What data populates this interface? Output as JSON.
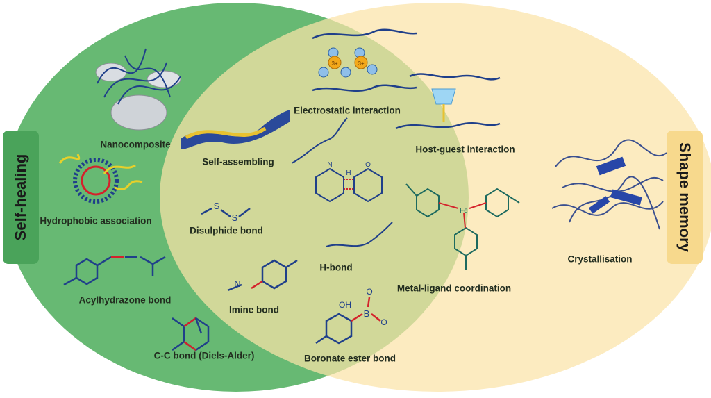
{
  "sets": {
    "left": {
      "label": "Self-healing",
      "color": "#5fb56b",
      "tab_color": "#4aa35a"
    },
    "right": {
      "label": "Shape memory",
      "color": "#fbe6b4",
      "tab_color": "#f7d98d"
    }
  },
  "items": {
    "nanocomposite": "Nanocomposite",
    "hydrophobic": "Hydrophobic association",
    "acylhydrazone": "Acylhydrazone bond",
    "diels_alder": "C-C bond (Diels-Alder)",
    "electrostatic": "Electrostatic interaction",
    "host_guest": "Host-guest interaction",
    "self_assembling": "Self-assembling",
    "disulphide": "Disulphide bond",
    "hbond": "H-bond",
    "metal_ligand": "Metal-ligand coordination",
    "imine": "Imine bond",
    "boronate": "Boronate ester bond",
    "crystallisation": "Crystallisation"
  },
  "glyphs": {
    "s1": "S",
    "s2": "S",
    "n_imine": "N",
    "oh": "OH",
    "b": "B",
    "o1": "O",
    "o2": "O",
    "fe": "Fe",
    "ion_a": "3+",
    "ion_b": "3+",
    "h_n": "N",
    "h_h": "H",
    "h_o": "O"
  }
}
